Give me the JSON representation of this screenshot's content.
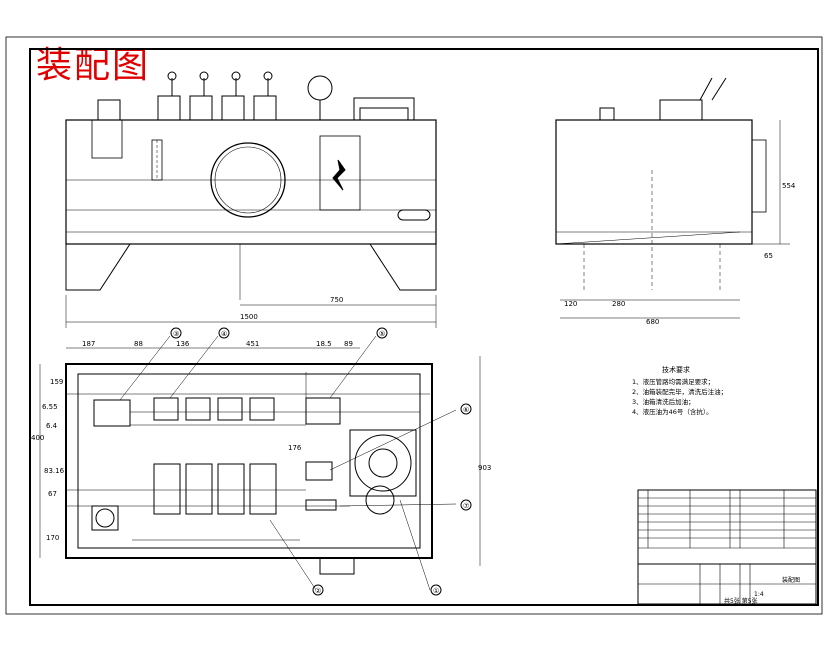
{
  "title": "装配图",
  "front_view": {
    "dims": {
      "d750": "750",
      "d1500": "1500"
    }
  },
  "side_view": {
    "dims": {
      "d554": "554",
      "d65": "65",
      "d120": "120",
      "d280": "280",
      "d680": "680"
    }
  },
  "plan_view": {
    "dims": {
      "d187": "187",
      "d88": "88",
      "d136": "136",
      "d451": "451",
      "d185": "18.5",
      "d89": "89",
      "d159": "159",
      "d655": "6.55",
      "d64": "6.4",
      "d400": "400",
      "d176": "176",
      "d8316": "83.16",
      "d67": "67",
      "d170": "170",
      "d903": "903"
    },
    "callouts": [
      "③",
      "④",
      "⑤",
      "⑥",
      "⑦",
      "②",
      "①"
    ]
  },
  "tech_requirements": {
    "heading": "技术要求",
    "items": [
      "1、液压管路均需满足要求；",
      "2、油箱装配完毕，清洗后注油；",
      "3、油箱清洗后加油；",
      "4、液压油为46号（含抗）。"
    ]
  },
  "title_block": {
    "drawing_name": "装配图",
    "scale": "1:4",
    "sheet": "共5张 第5张"
  },
  "colors": {
    "stamp": "#e00000",
    "line": "#000000"
  }
}
